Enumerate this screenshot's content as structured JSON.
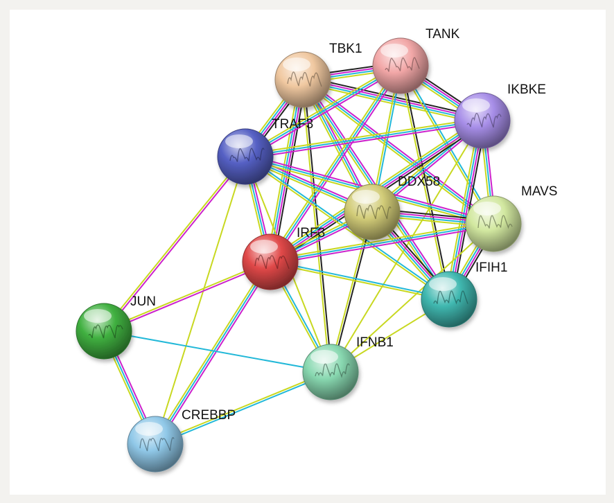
{
  "nodes": [
    {
      "id": "TBK1",
      "label": "TBK1",
      "color": "#f0c8a0"
    },
    {
      "id": "TANK",
      "label": "TANK",
      "color": "#f2a7a7"
    },
    {
      "id": "IKBKE",
      "label": "IKBKE",
      "color": "#a78ee8"
    },
    {
      "id": "TRAF3",
      "label": "TRAF3",
      "color": "#5560c4"
    },
    {
      "id": "DDX58",
      "label": "DDX58",
      "color": "#d2cc78"
    },
    {
      "id": "MAVS",
      "label": "MAVS",
      "color": "#d2e8a0"
    },
    {
      "id": "IRF3",
      "label": "IRF3",
      "color": "#e04848"
    },
    {
      "id": "IFIH1",
      "label": "IFIH1",
      "color": "#40b8b0"
    },
    {
      "id": "JUN",
      "label": "JUN",
      "color": "#40b040"
    },
    {
      "id": "IFNB1",
      "label": "IFNB1",
      "color": "#88d8b0"
    },
    {
      "id": "CREBBP",
      "label": "CREBBP",
      "color": "#90c8e8"
    }
  ],
  "edges": [
    {
      "from": "TBK1",
      "to": "TANK",
      "colors": [
        "#222222",
        "#cc22cc",
        "#22b8d8",
        "#c8d820"
      ]
    },
    {
      "from": "TBK1",
      "to": "IKBKE",
      "colors": [
        "#222222",
        "#cc22cc",
        "#22b8d8",
        "#c8d820"
      ]
    },
    {
      "from": "TBK1",
      "to": "TRAF3",
      "colors": [
        "#222222",
        "#cc22cc",
        "#22b8d8",
        "#c8d820"
      ]
    },
    {
      "from": "TBK1",
      "to": "DDX58",
      "colors": [
        "#cc22cc",
        "#22b8d8",
        "#c8d820"
      ]
    },
    {
      "from": "TBK1",
      "to": "MAVS",
      "colors": [
        "#cc22cc",
        "#22b8d8",
        "#c8d820"
      ]
    },
    {
      "from": "TBK1",
      "to": "IRF3",
      "colors": [
        "#222222",
        "#cc22cc",
        "#22b8d8",
        "#c8d820"
      ]
    },
    {
      "from": "TBK1",
      "to": "IFIH1",
      "colors": [
        "#cc22cc",
        "#22b8d8",
        "#c8d820"
      ]
    },
    {
      "from": "TBK1",
      "to": "IFNB1",
      "colors": [
        "#222222",
        "#c8d820"
      ]
    },
    {
      "from": "TANK",
      "to": "IKBKE",
      "colors": [
        "#222222",
        "#cc22cc",
        "#22b8d8",
        "#c8d820"
      ]
    },
    {
      "from": "TANK",
      "to": "TRAF3",
      "colors": [
        "#cc22cc",
        "#22b8d8",
        "#c8d820"
      ]
    },
    {
      "from": "TANK",
      "to": "DDX58",
      "colors": [
        "#22b8d8",
        "#c8d820"
      ]
    },
    {
      "from": "TANK",
      "to": "MAVS",
      "colors": [
        "#22b8d8",
        "#c8d820"
      ]
    },
    {
      "from": "TANK",
      "to": "IRF3",
      "colors": [
        "#cc22cc",
        "#22b8d8",
        "#c8d820"
      ]
    },
    {
      "from": "TANK",
      "to": "IFIH1",
      "colors": [
        "#222222",
        "#c8d820"
      ]
    },
    {
      "from": "IKBKE",
      "to": "TRAF3",
      "colors": [
        "#cc22cc",
        "#22b8d8",
        "#c8d820"
      ]
    },
    {
      "from": "IKBKE",
      "to": "DDX58",
      "colors": [
        "#cc22cc",
        "#22b8d8",
        "#c8d820"
      ]
    },
    {
      "from": "IKBKE",
      "to": "MAVS",
      "colors": [
        "#cc22cc",
        "#22b8d8",
        "#c8d820"
      ]
    },
    {
      "from": "IKBKE",
      "to": "IRF3",
      "colors": [
        "#222222",
        "#cc22cc",
        "#22b8d8",
        "#c8d820"
      ]
    },
    {
      "from": "IKBKE",
      "to": "IFIH1",
      "colors": [
        "#222222",
        "#cc22cc",
        "#22b8d8",
        "#c8d820"
      ]
    },
    {
      "from": "IKBKE",
      "to": "IFNB1",
      "colors": [
        "#c8d820"
      ]
    },
    {
      "from": "TRAF3",
      "to": "DDX58",
      "colors": [
        "#cc22cc",
        "#22b8d8",
        "#c8d820"
      ]
    },
    {
      "from": "TRAF3",
      "to": "MAVS",
      "colors": [
        "#cc22cc",
        "#22b8d8",
        "#c8d820"
      ]
    },
    {
      "from": "TRAF3",
      "to": "IRF3",
      "colors": [
        "#cc22cc",
        "#22b8d8",
        "#c8d820"
      ]
    },
    {
      "from": "TRAF3",
      "to": "IFIH1",
      "colors": [
        "#22b8d8",
        "#c8d820"
      ]
    },
    {
      "from": "TRAF3",
      "to": "JUN",
      "colors": [
        "#cc22cc",
        "#c8d820"
      ]
    },
    {
      "from": "TRAF3",
      "to": "CREBBP",
      "colors": [
        "#c8d820"
      ]
    },
    {
      "from": "TRAF3",
      "to": "IFNB1",
      "colors": [
        "#c8d820"
      ]
    },
    {
      "from": "DDX58",
      "to": "MAVS",
      "colors": [
        "#222222",
        "#cc22cc",
        "#22b8d8",
        "#c8d820"
      ]
    },
    {
      "from": "DDX58",
      "to": "IRF3",
      "colors": [
        "#cc22cc",
        "#22b8d8",
        "#c8d820"
      ]
    },
    {
      "from": "DDX58",
      "to": "IFIH1",
      "colors": [
        "#222222",
        "#cc22cc",
        "#22b8d8",
        "#c8d820"
      ]
    },
    {
      "from": "DDX58",
      "to": "IFNB1",
      "colors": [
        "#222222",
        "#c8d820"
      ]
    },
    {
      "from": "MAVS",
      "to": "IRF3",
      "colors": [
        "#cc22cc",
        "#22b8d8",
        "#c8d820"
      ]
    },
    {
      "from": "MAVS",
      "to": "IFIH1",
      "colors": [
        "#222222",
        "#cc22cc",
        "#22b8d8",
        "#c8d820"
      ]
    },
    {
      "from": "MAVS",
      "to": "IFNB1",
      "colors": [
        "#c8d820"
      ]
    },
    {
      "from": "IRF3",
      "to": "IFIH1",
      "colors": [
        "#22b8d8",
        "#c8d820"
      ]
    },
    {
      "from": "IRF3",
      "to": "JUN",
      "colors": [
        "#cc22cc",
        "#c8d820"
      ]
    },
    {
      "from": "IRF3",
      "to": "IFNB1",
      "colors": [
        "#22b8d8",
        "#c8d820"
      ]
    },
    {
      "from": "IRF3",
      "to": "CREBBP",
      "colors": [
        "#cc22cc",
        "#22b8d8",
        "#c8d820"
      ]
    },
    {
      "from": "IFIH1",
      "to": "IFNB1",
      "colors": [
        "#c8d820"
      ]
    },
    {
      "from": "JUN",
      "to": "IFNB1",
      "colors": [
        "#22b8d8"
      ]
    },
    {
      "from": "JUN",
      "to": "CREBBP",
      "colors": [
        "#cc22cc",
        "#22b8d8",
        "#c8d820"
      ]
    },
    {
      "from": "IFNB1",
      "to": "CREBBP",
      "colors": [
        "#22b8d8",
        "#c8d820"
      ]
    }
  ]
}
